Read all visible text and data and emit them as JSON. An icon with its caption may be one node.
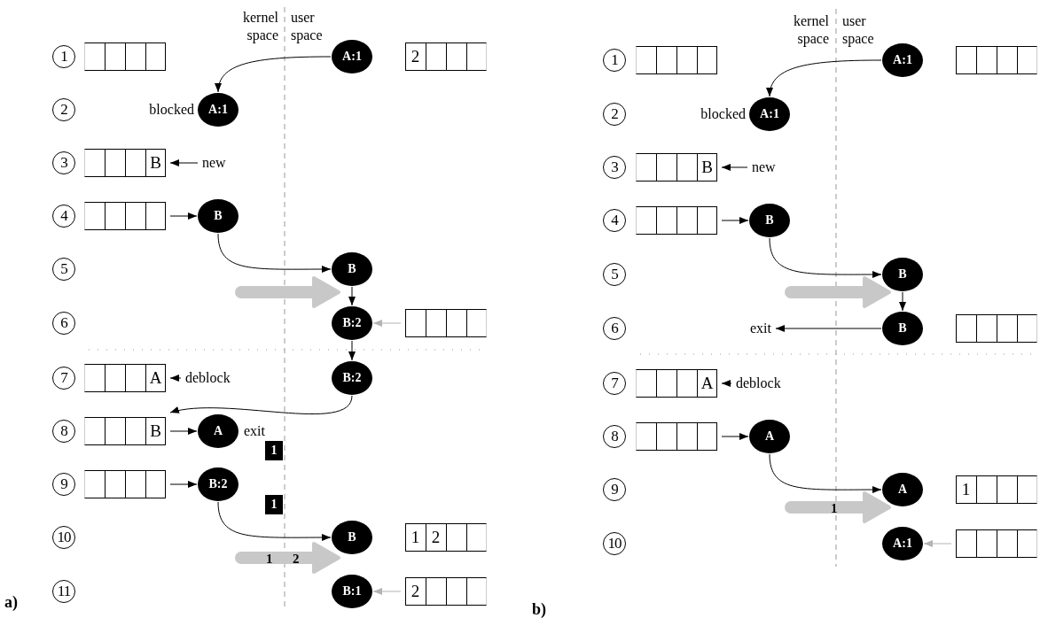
{
  "diagram": {
    "nodes": [
      {
        "text": [
          "1"
        ]
      },
      {
        "text": [],
        "shape": "box"
      },
      {
        "text": [
          "A:1"
        ]
      },
      {
        "text": [
          "2"
        ]
      },
      {
        "text": [
          "2"
        ]
      },
      {
        "text": [
          "A:1"
        ],
        "beside": [
          "blocked"
        ]
      },
      {
        "text": [
          "3"
        ]
      },
      {
        "text": [
          "B"
        ]
      },
      {
        "text": [
          "new"
        ]
      },
      {
        "text": [
          "4"
        ]
      },
      {
        "text": [],
        "shape": "box"
      },
      {
        "text": [
          "B"
        ]
      },
      {
        "text": [
          "5"
        ]
      },
      {
        "text": [
          "B"
        ]
      },
      {
        "text": [
          "6"
        ]
      },
      {
        "text": [
          "B:2"
        ]
      },
      {
        "text": [],
        "shape": "box"
      },
      {
        "text": [
          "7"
        ]
      },
      {
        "text": [
          "A"
        ]
      },
      {
        "text": [
          "deblock"
        ]
      },
      {
        "text": [
          "B:2"
        ]
      },
      {
        "text": [
          "8"
        ]
      },
      {
        "text": [
          "B"
        ]
      },
      {
        "text": [
          "A"
        ],
        "beside": [
          "exit"
        ]
      },
      {
        "text": [
          "1"
        ]
      },
      {
        "text": [
          "9"
        ]
      },
      {
        "text": [],
        "shape": "box"
      },
      {
        "text": [
          "B:2"
        ]
      },
      {
        "text": [
          "1"
        ]
      },
      {
        "text": [
          "10"
        ]
      },
      {
        "text": [
          "B"
        ]
      },
      {
        "text": [
          "1",
          "2"
        ]
      },
      {
        "text": [
          "11"
        ]
      },
      {
        "text": [
          "B:1"
        ]
      },
      {
        "text": [
          "2"
        ]
      },
      {
        "text": [
          "1"
        ]
      },
      {
        "text": [],
        "shape": "box"
      },
      {
        "text": [
          "A:1"
        ]
      },
      {
        "text": [],
        "shape": "box"
      },
      {
        "text": [
          "2"
        ]
      },
      {
        "text": [
          "A:1"
        ],
        "beside": [
          "blocked"
        ]
      },
      {
        "text": [
          "3"
        ]
      },
      {
        "text": [
          "B"
        ]
      },
      {
        "text": [
          "new"
        ]
      },
      {
        "text": [
          "4"
        ]
      },
      {
        "text": [],
        "shape": "box"
      },
      {
        "text": [
          "B"
        ]
      },
      {
        "text": [
          "5"
        ]
      },
      {
        "text": [
          "B"
        ]
      },
      {
        "text": [
          "6"
        ]
      },
      {
        "text": [
          "exit"
        ]
      },
      {
        "text": [
          "B"
        ]
      },
      {
        "text": [],
        "shape": "box"
      },
      {
        "text": [
          "7"
        ]
      },
      {
        "text": [
          "A"
        ]
      },
      {
        "text": [
          "deblock"
        ]
      },
      {
        "text": [
          "8"
        ]
      },
      {
        "text": [],
        "shape": "box"
      },
      {
        "text": [
          "A"
        ]
      },
      {
        "text": [
          "9"
        ]
      },
      {
        "text": [
          "A"
        ]
      },
      {
        "text": [
          "1"
        ]
      },
      {
        "text": [
          "10"
        ]
      },
      {
        "text": [
          "A:1"
        ]
      },
      {
        "text": [],
        "shape": "box"
      }
    ],
    "edges": [
      {
        "from": 2,
        "to": 5,
        "arrow": "to"
      },
      {
        "from": 8,
        "to": 7,
        "arrow": "to"
      },
      {
        "from": 10,
        "to": 11,
        "arrow": "to"
      },
      {
        "from": 11,
        "to": 13,
        "arrow": "to"
      },
      {
        "from": 13,
        "to": 15,
        "arrow": "to"
      },
      {
        "from": 16,
        "to": 15,
        "arrow": "to",
        "color": "#b3b3b3"
      },
      {
        "from": 15,
        "to": 20,
        "arrow": "to"
      },
      {
        "from": 19,
        "to": 18,
        "arrow": "to"
      },
      {
        "from": 20,
        "to": 22,
        "arrow": "to"
      },
      {
        "from": 22,
        "to": 23,
        "arrow": "to"
      },
      {
        "from": 26,
        "to": 27,
        "arrow": "to"
      },
      {
        "from": 27,
        "to": 30,
        "arrow": "to"
      },
      {
        "from": 34,
        "to": 33,
        "arrow": "to",
        "color": "#b3b3b3"
      },
      {
        "from": 37,
        "to": 40,
        "arrow": "to"
      },
      {
        "from": 43,
        "to": 42,
        "arrow": "to"
      },
      {
        "from": 45,
        "to": 46,
        "arrow": "to"
      },
      {
        "from": 46,
        "to": 48,
        "arrow": "to"
      },
      {
        "from": 48,
        "to": 51,
        "arrow": "to"
      },
      {
        "from": 51,
        "to": 50,
        "arrow": "to"
      },
      {
        "from": 55,
        "to": 54,
        "arrow": "to"
      },
      {
        "from": 57,
        "to": 58,
        "arrow": "to"
      },
      {
        "from": 58,
        "to": 60,
        "arrow": "to"
      },
      {
        "from": 64,
        "to": 63,
        "arrow": "to",
        "color": "#b3b3b3"
      }
    ],
    "labels": [
      "kernel space",
      "user space",
      "1",
      "2",
      "a)",
      "kernel space",
      "user space",
      "1",
      "b)"
    ]
  }
}
